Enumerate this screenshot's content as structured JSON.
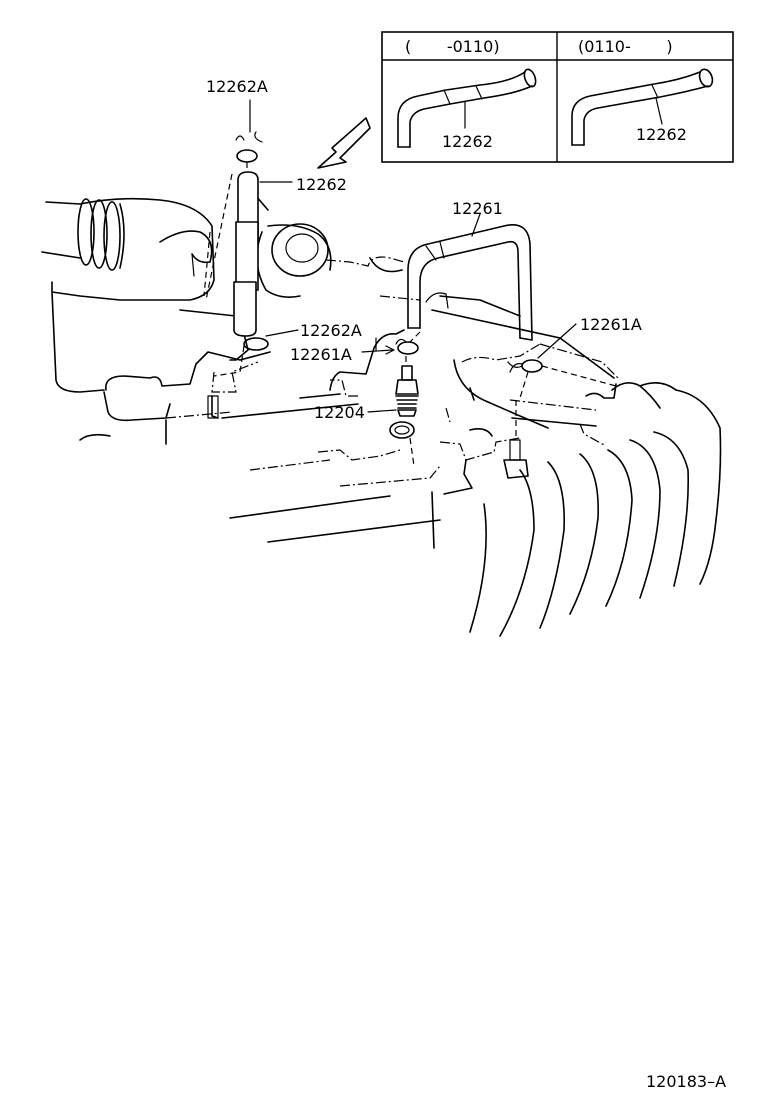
{
  "variants": {
    "left_header": "(       -0110)",
    "right_header": "(0110-       )",
    "left_part": "12262",
    "right_part": "12262"
  },
  "labels": {
    "clip_12262A_top": "12262A",
    "hose_12262": "12262",
    "pipe_12261": "12261",
    "clip_12262A_mid": "12262A",
    "clip_12261A_mid": "12261A",
    "clip_12261A_right": "12261A",
    "pcv_valve_12204": "12204"
  },
  "illustration_id": "120183–A"
}
